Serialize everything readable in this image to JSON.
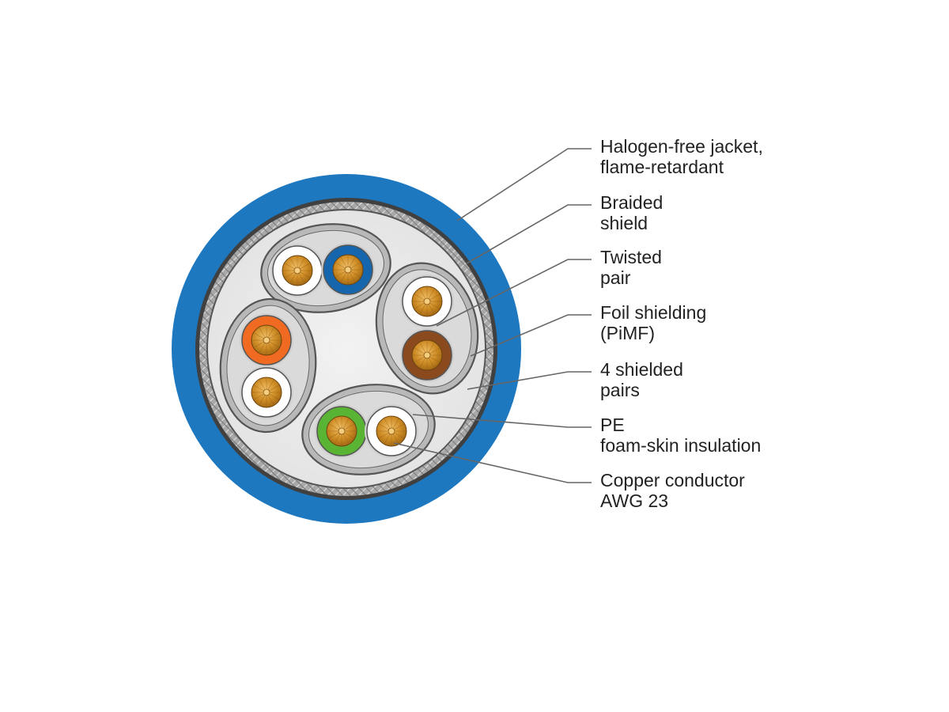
{
  "colors": {
    "jacket": "#1e78c0",
    "braid": "#9c9c9c",
    "filler": "#ededed",
    "foil": "#c6c6c6",
    "copper": "#c8871e",
    "leader_line": "#666666",
    "text": "#222222"
  },
  "pairs": [
    {
      "name": "pair-top",
      "wires": [
        "white",
        "blue"
      ]
    },
    {
      "name": "pair-right",
      "wires": [
        "white",
        "brown"
      ]
    },
    {
      "name": "pair-bottom",
      "wires": [
        "green",
        "white"
      ]
    },
    {
      "name": "pair-left",
      "wires": [
        "orange",
        "white"
      ]
    }
  ],
  "wire_colors": {
    "white": "#ffffff",
    "blue": "#1566ad",
    "brown": "#8a4a1e",
    "green": "#5ab434",
    "orange": "#f06a22"
  },
  "labels": [
    {
      "id": "jacket",
      "lines": [
        "Halogen-free jacket,",
        "flame-retardant"
      ]
    },
    {
      "id": "braided-shield",
      "lines": [
        "Braided",
        "shield"
      ]
    },
    {
      "id": "twisted-pair",
      "lines": [
        "Twisted",
        "pair"
      ]
    },
    {
      "id": "foil-shielding",
      "lines": [
        "Foil shielding",
        "(PiMF)"
      ]
    },
    {
      "id": "shielded-pairs",
      "lines": [
        "4 shielded",
        "pairs"
      ]
    },
    {
      "id": "pe-insulation",
      "lines": [
        "PE",
        "foam-skin insulation"
      ]
    },
    {
      "id": "copper-conductor",
      "lines": [
        "Copper conductor",
        "AWG 23"
      ]
    }
  ]
}
